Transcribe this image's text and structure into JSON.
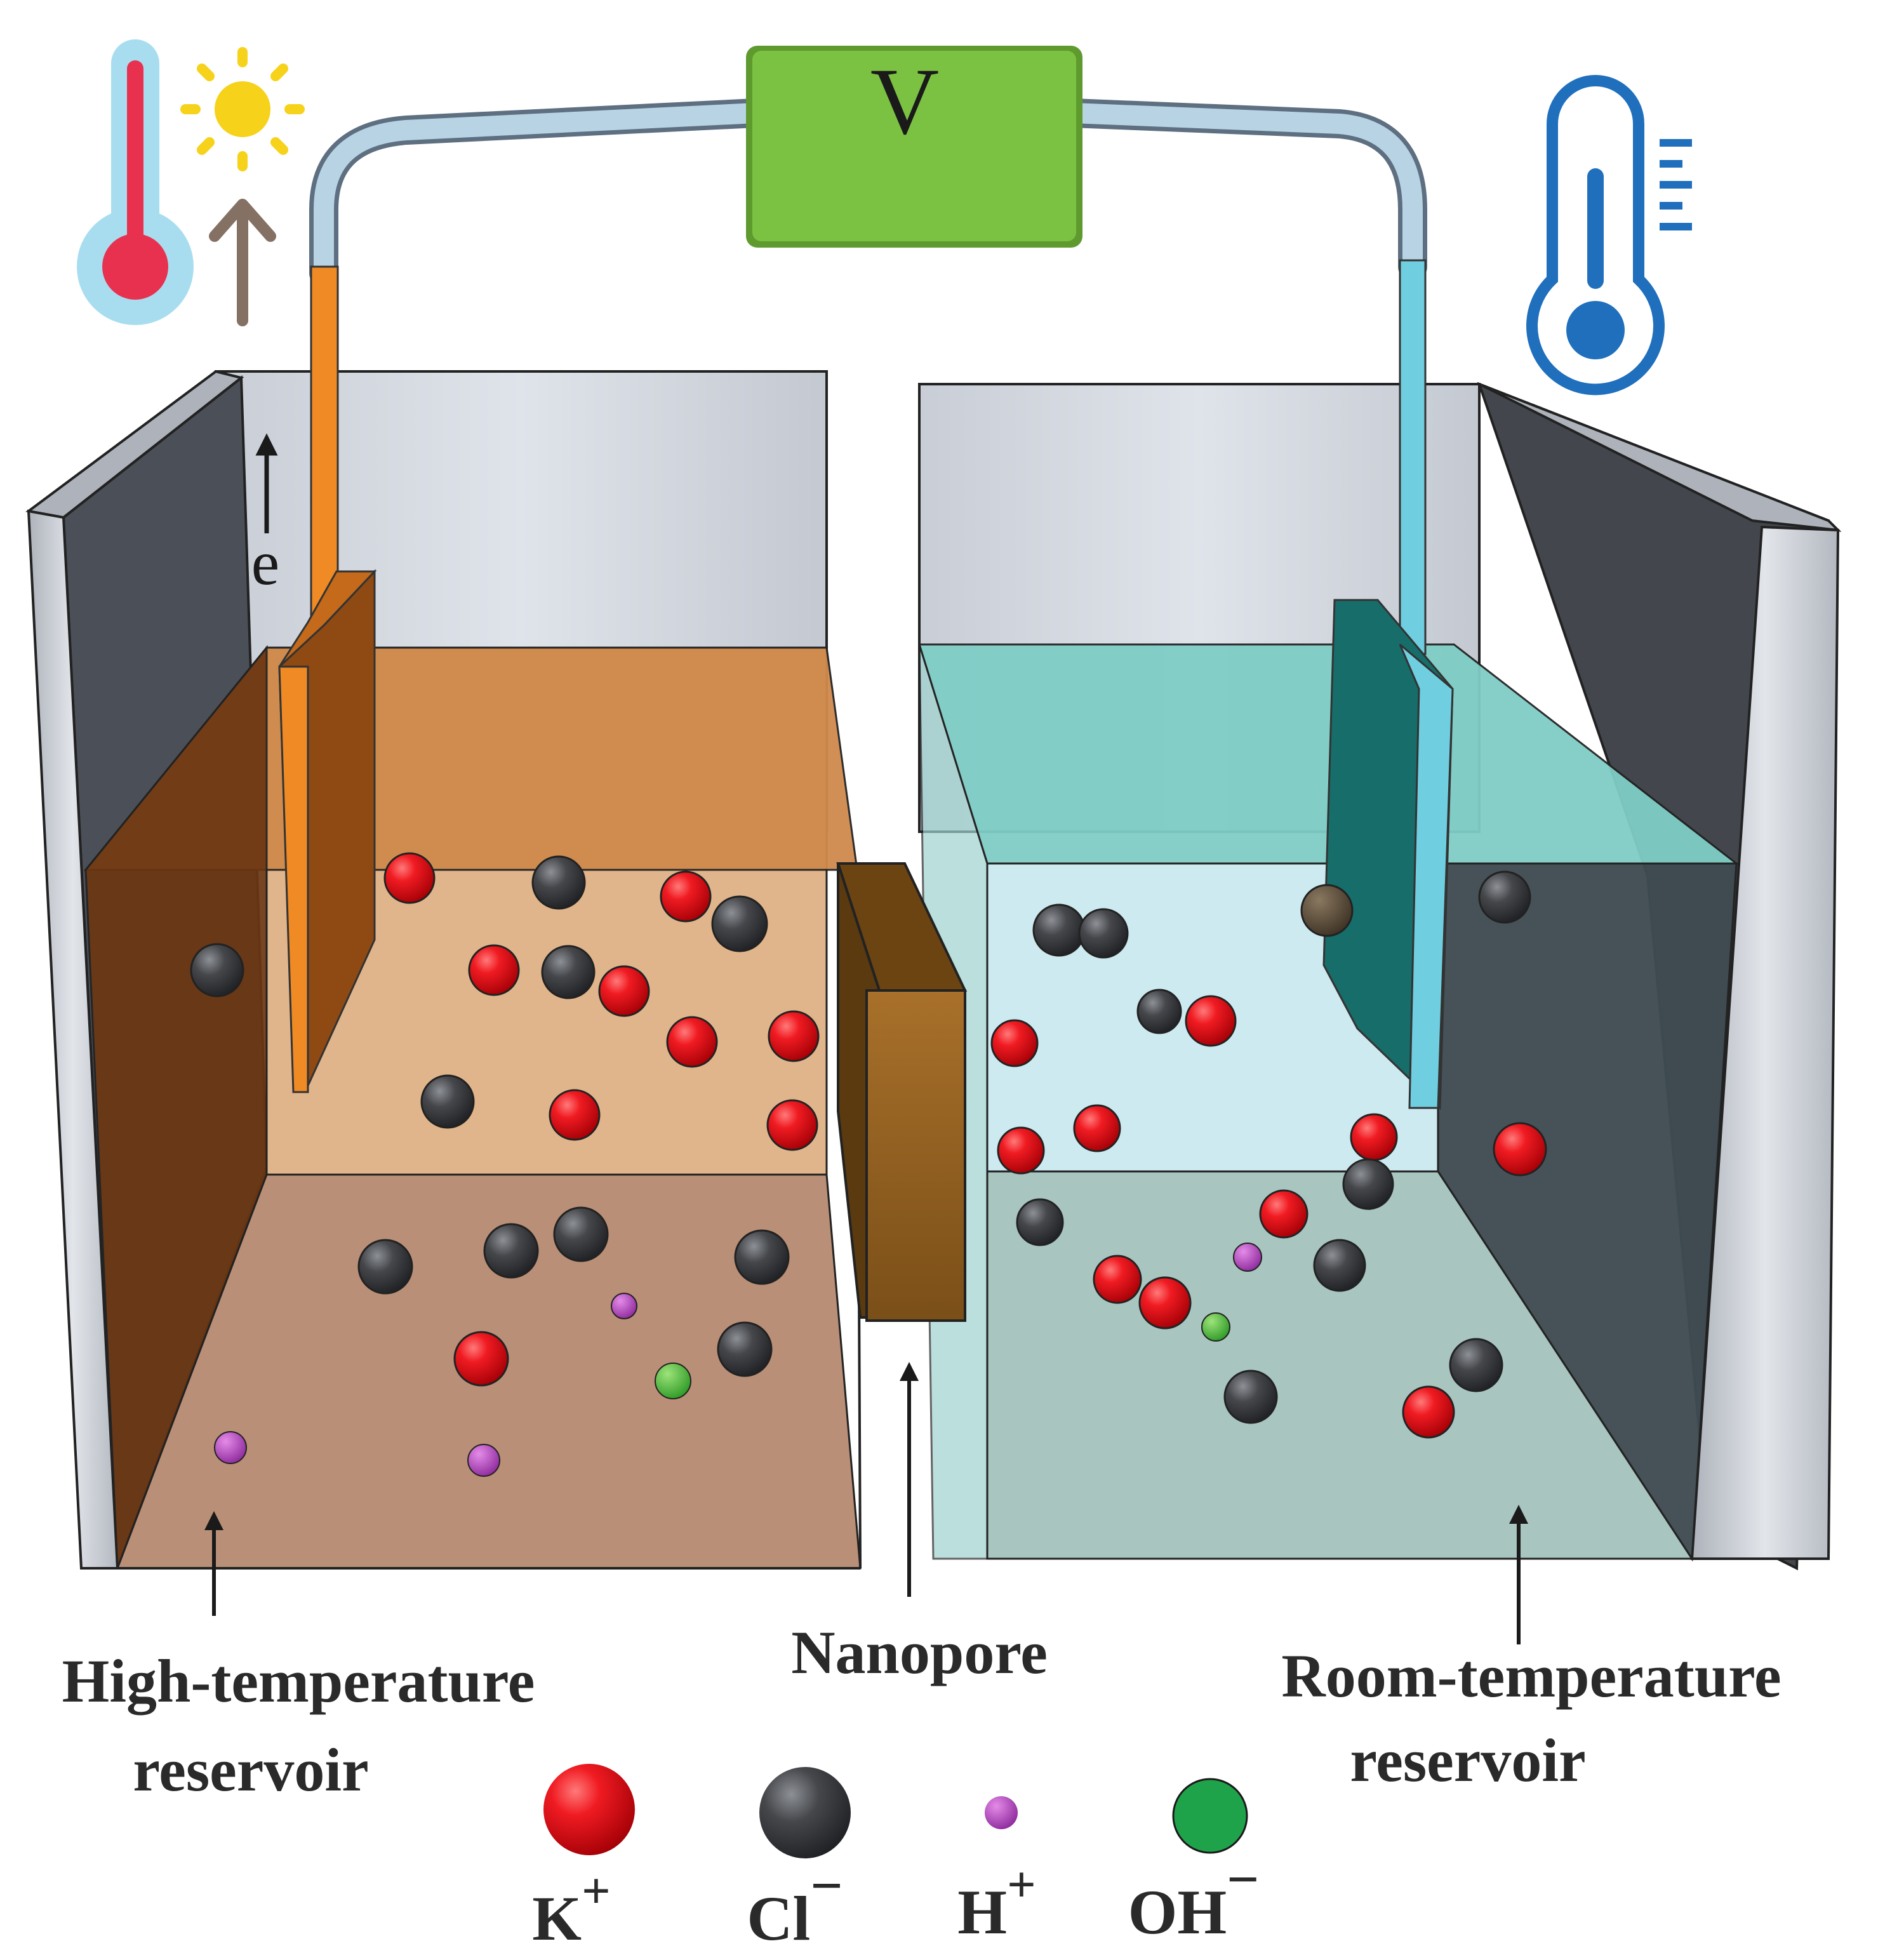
{
  "voltmeter": {
    "label": "V"
  },
  "electron": {
    "label": "e"
  },
  "labels": {
    "hot_reservoir": [
      "High-temperature",
      "reservoir"
    ],
    "nanopore": "Nanopore",
    "cold_reservoir": [
      "Room-temperature",
      "reservoir"
    ]
  },
  "legend": [
    {
      "ion": "K+",
      "base": "K",
      "charge": "+",
      "color": "#e8141c"
    },
    {
      "ion": "Cl-",
      "base": "Cl",
      "charge": "−",
      "color": "#3d3e40"
    },
    {
      "ion": "H+",
      "base": "H",
      "charge": "+",
      "color": "#7a2fa0"
    },
    {
      "ion": "OH-",
      "base": "OH",
      "charge": "−",
      "color": "#20a84a"
    }
  ],
  "colors": {
    "hot_electrode": "#f08a24",
    "cold_electrode": "#6fcfe0",
    "voltmeter": "#7cc242",
    "hot_liquid": "#d08a4c",
    "cold_liquid": "#7fcdc6",
    "nanopore": "#8a5a1e",
    "hot_thermometer": "#e8314f",
    "cold_thermometer": "#1f6fbd",
    "sun": "#f7d21a"
  },
  "icons": [
    "hot-thermometer-icon",
    "sun-icon",
    "up-arrow-icon",
    "cold-thermometer-icon"
  ]
}
